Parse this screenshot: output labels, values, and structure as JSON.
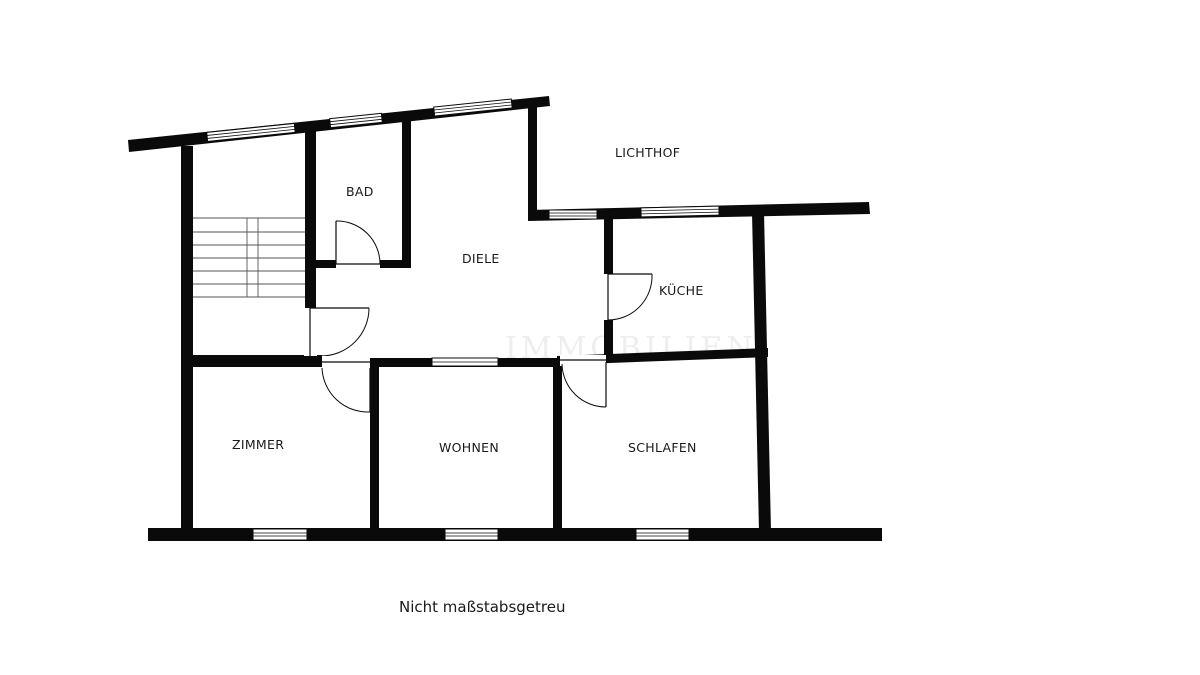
{
  "rooms": {
    "lichthof": "LICHTHOF",
    "bad": "BAD",
    "diele": "DIELE",
    "kueche": "KÜCHE",
    "zimmer": "ZIMMER",
    "wohnen": "WOHNEN",
    "schlafen": "SCHLAFEN"
  },
  "caption": "Nicht maßstabsgetreu",
  "colors": {
    "wall": "#0a0a0a",
    "background": "#ffffff",
    "text": "#1a1a1a"
  }
}
